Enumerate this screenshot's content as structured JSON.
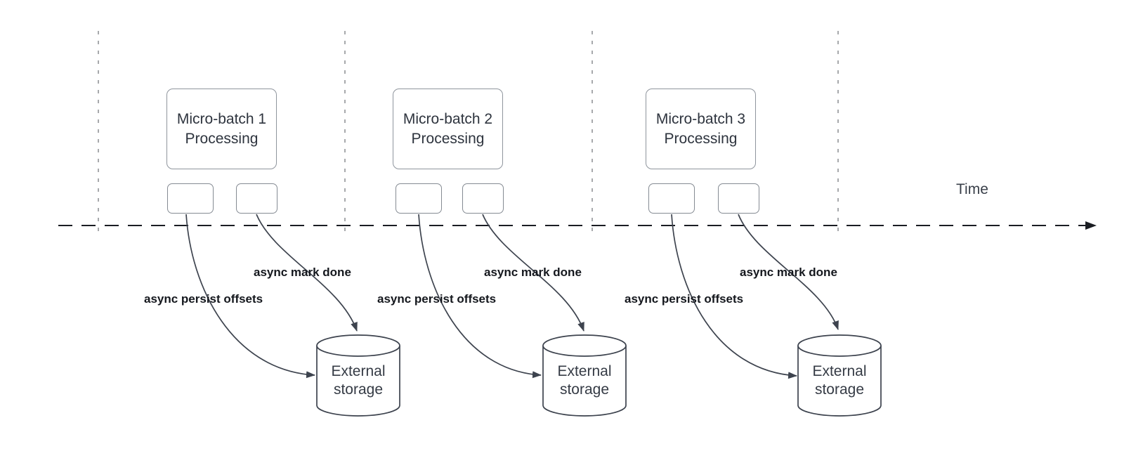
{
  "diagram": {
    "time_axis": {
      "label": "Time"
    },
    "batches": [
      {
        "box_label": "Micro-batch 1 Processing",
        "persist_label": "async persist offsets",
        "done_label": "async mark done",
        "storage_label": "External storage"
      },
      {
        "box_label": "Micro-batch 2 Processing",
        "persist_label": "async persist offsets",
        "done_label": "async mark done",
        "storage_label": "External storage"
      },
      {
        "box_label": "Micro-batch 3 Processing",
        "persist_label": "async persist offsets",
        "done_label": "async mark done",
        "storage_label": "External storage"
      }
    ],
    "colors": {
      "arrow_stroke": "#3d434e",
      "axis_stroke": "#1a1d23",
      "divider_stroke": "#a7a9ac",
      "box_border": "#8f959d",
      "box_text": "#2e343e",
      "label_text": "#14171d",
      "background": "#ffffff"
    }
  }
}
